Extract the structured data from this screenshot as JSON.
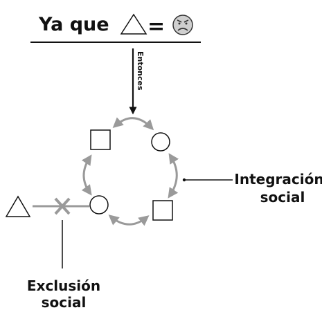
{
  "header": {
    "text": "Ya que",
    "equals": "="
  },
  "arrow": {
    "label": "Entonces"
  },
  "labels": {
    "integration_line1": "Integración",
    "integration_line2": "social",
    "exclusion_line1": "Exclusión",
    "exclusion_line2": "social"
  },
  "colors": {
    "ink": "#111111",
    "gray": "#9a9a9a",
    "face": "#cfcfcf",
    "faceStroke": "#333333"
  },
  "icons": [
    "triangle-icon",
    "frown-face-icon",
    "square-icon",
    "circle-icon",
    "cross-icon",
    "curved-arrow-icon"
  ]
}
